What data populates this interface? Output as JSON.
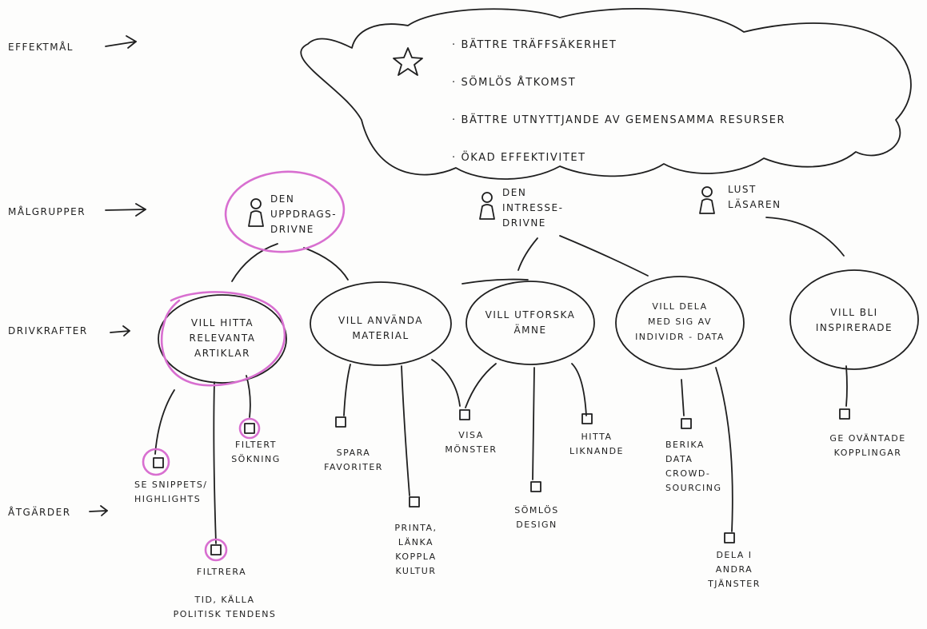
{
  "row_labels": {
    "effektmal": "EFFEKTMÅL",
    "malgrupper": "MÅLGRUPPER",
    "drivkrafter": "DRIVKRAFTER",
    "atgarder": "ÅTGÄRDER"
  },
  "effect_goals": [
    "· BÄTTRE TRÄFFSÄKERHET",
    "· SÖMLÖS ÅTKOMST",
    "· BÄTTRE UTNYTTJANDE AV GEMENSAMMA RESURSER",
    "· ÖKAD EFFEKTIVITET"
  ],
  "target_groups": {
    "uppdrag": "DEN\nUPPDRAGS-\nDRIVNE",
    "intresse": "DEN\nINTRESSE-\nDRIVNE",
    "lustlasaren": "LUST\nLÄSAREN"
  },
  "drivers": {
    "hitta": "VILL HITTA\nRELEVANTA\nARTIKLAR",
    "anvanda": "VILL ANVÄNDA\nMATERIAL",
    "utforska": "VILL UTFORSKA\nÄMNE",
    "dela": "VILL DELA\nMED SIG AV\nINDIVIDR - DATA",
    "inspirerade": "VILL BLI\nINSPIRERADE"
  },
  "actions": {
    "se_snippets": "SE SNIPPETS/\nHIGHLIGHTS",
    "filtrera": "FILTRERA",
    "filtrera_detail": "TID, KÄLLA\nPOLITISK TENDENS",
    "filtert_sokning": "FILTERT\nSÖKNING",
    "spara_favoriter": "SPARA\nFAVORITER",
    "printa_lanka": "PRINTA,\nLÄNKA\nKOPPLA\nKULTUR",
    "visa_monster": "VISA\nMÖNSTER",
    "somlos_design": "SÖMLÖS\nDESIGN",
    "hitta_liknande": "HITTA\nLIKNANDE",
    "berika_data": "BERIKA\nDATA\nCROWD-\nSOURCING",
    "dela_andra": "DELA I\nANDRA\nTJÄNSTER",
    "ge_ovantade": "GE OVÄNTADE\nKOPPLINGAR"
  },
  "colors": {
    "ink": "#1f1f1f",
    "highlight": "#d86fd0"
  },
  "icons": {
    "star": "star-icon",
    "person": "person-icon",
    "checkbox": "checkbox-icon",
    "arrow": "arrow-right-icon",
    "cloud": "cloud-shape"
  }
}
